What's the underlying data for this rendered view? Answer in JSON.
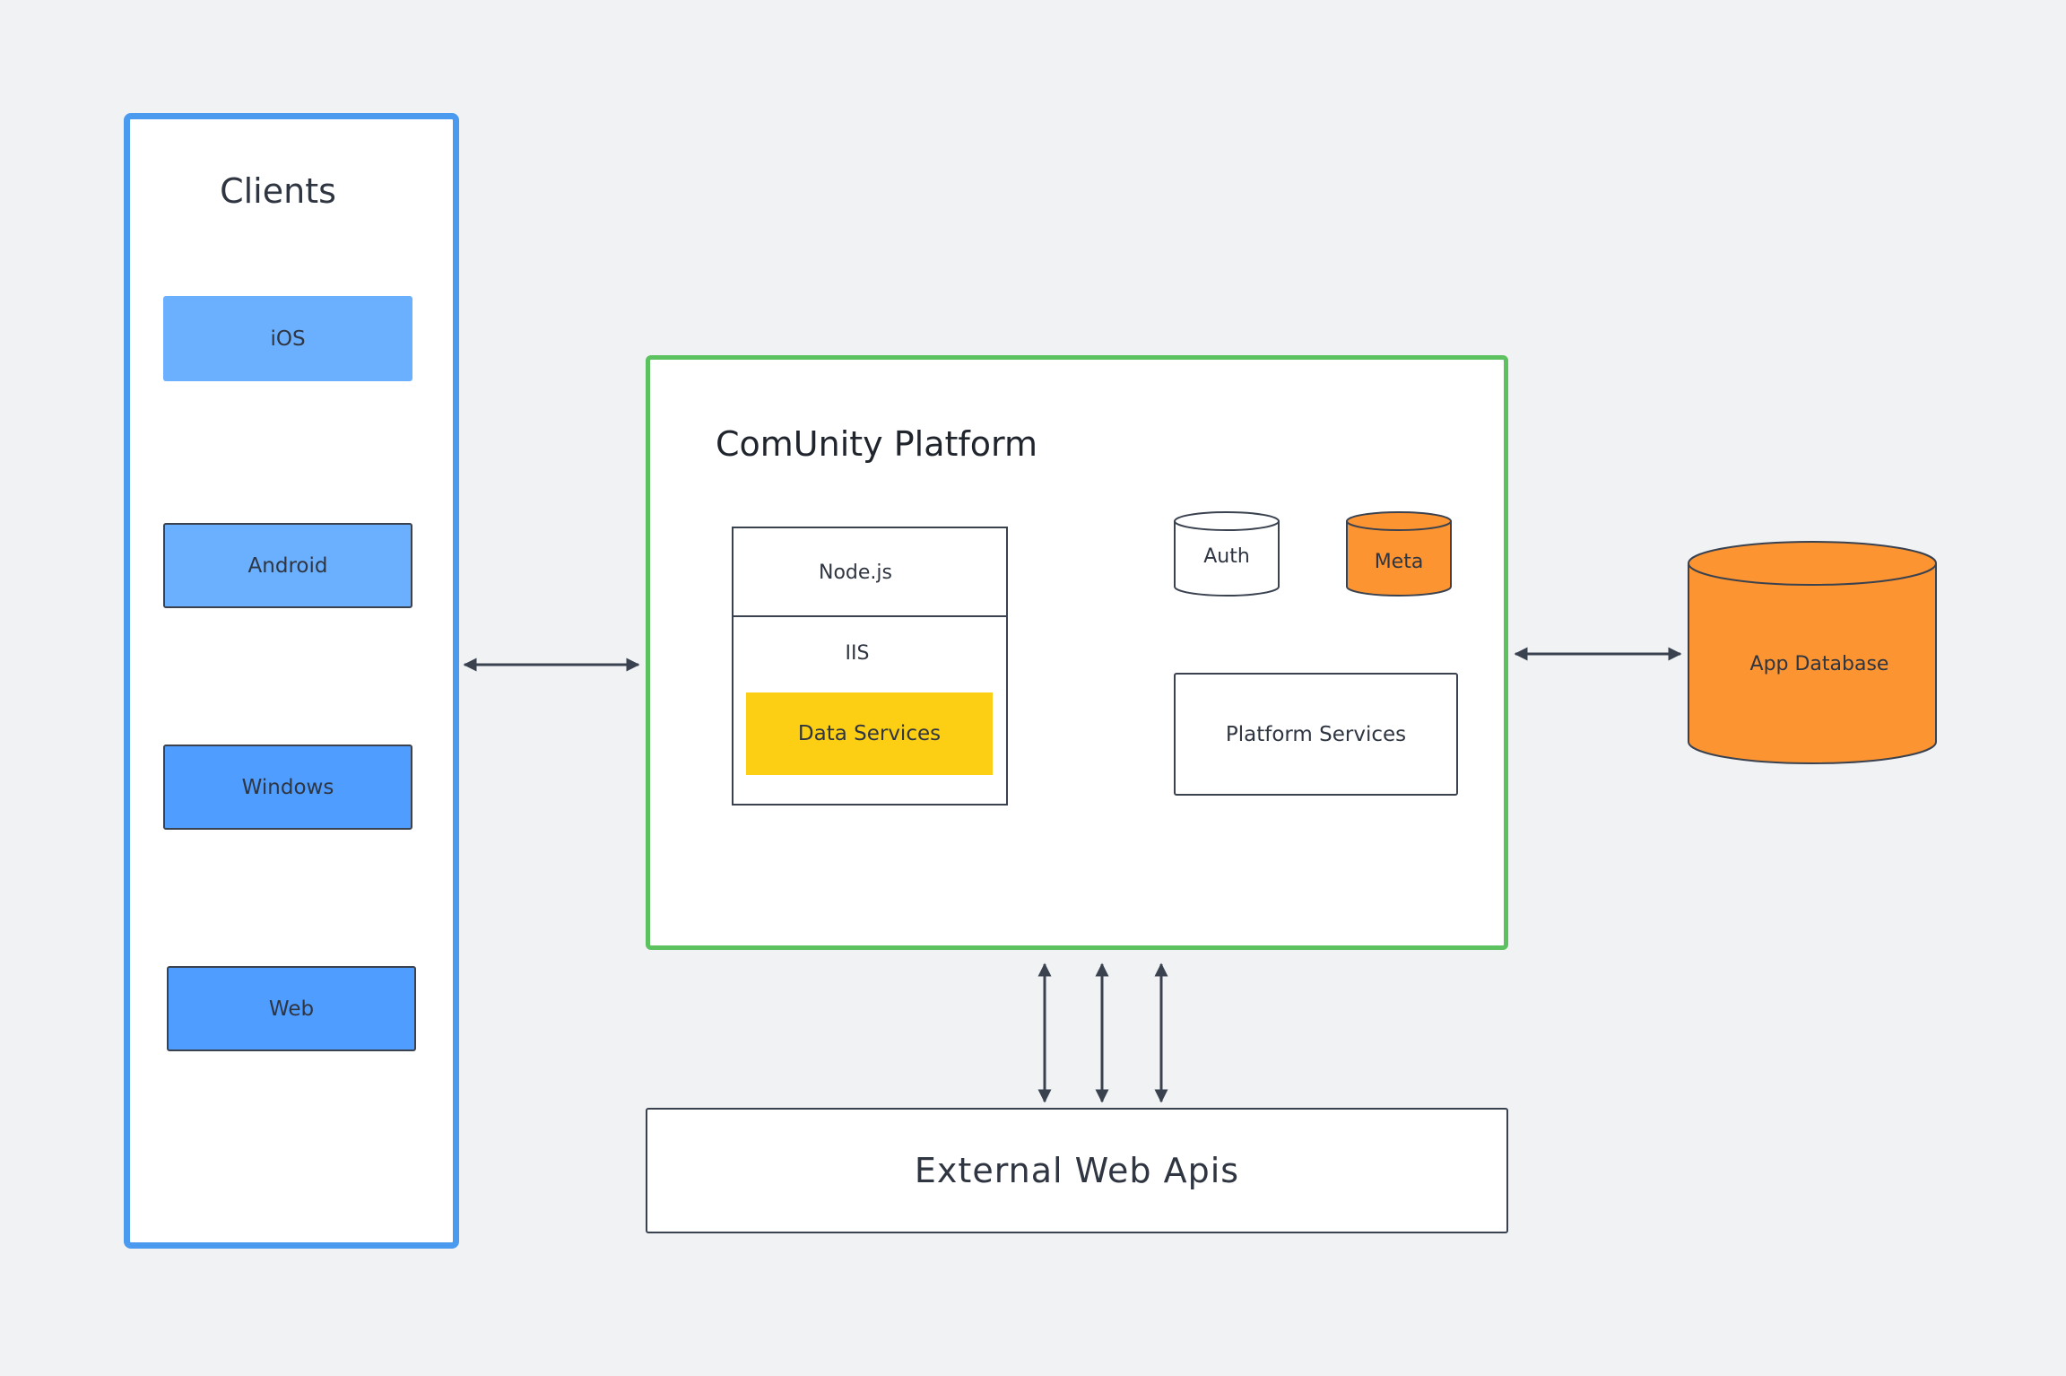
{
  "clients": {
    "title": "Clients",
    "items": [
      {
        "label": "iOS"
      },
      {
        "label": "Android"
      },
      {
        "label": "Windows"
      },
      {
        "label": "Web"
      }
    ]
  },
  "platform": {
    "title": "ComUnity Platform",
    "stack": {
      "top_label": "Node.js",
      "middle_label": "IIS",
      "inner_label": "Data Services"
    },
    "databases": [
      {
        "label": "Auth"
      },
      {
        "label": "Meta"
      }
    ],
    "services_label": "Platform Services"
  },
  "app_database": {
    "label": "App Database"
  },
  "external": {
    "label": "External Web Apis"
  },
  "colors": {
    "clients_border": "#4a9af0",
    "platform_border": "#5cc15f",
    "ios_android_fill": "#6bb0ff",
    "windows_web_fill": "#4f9dff",
    "data_services_fill": "#fccf14",
    "database_fill": "#fb9431",
    "connector": "#3a4250"
  }
}
